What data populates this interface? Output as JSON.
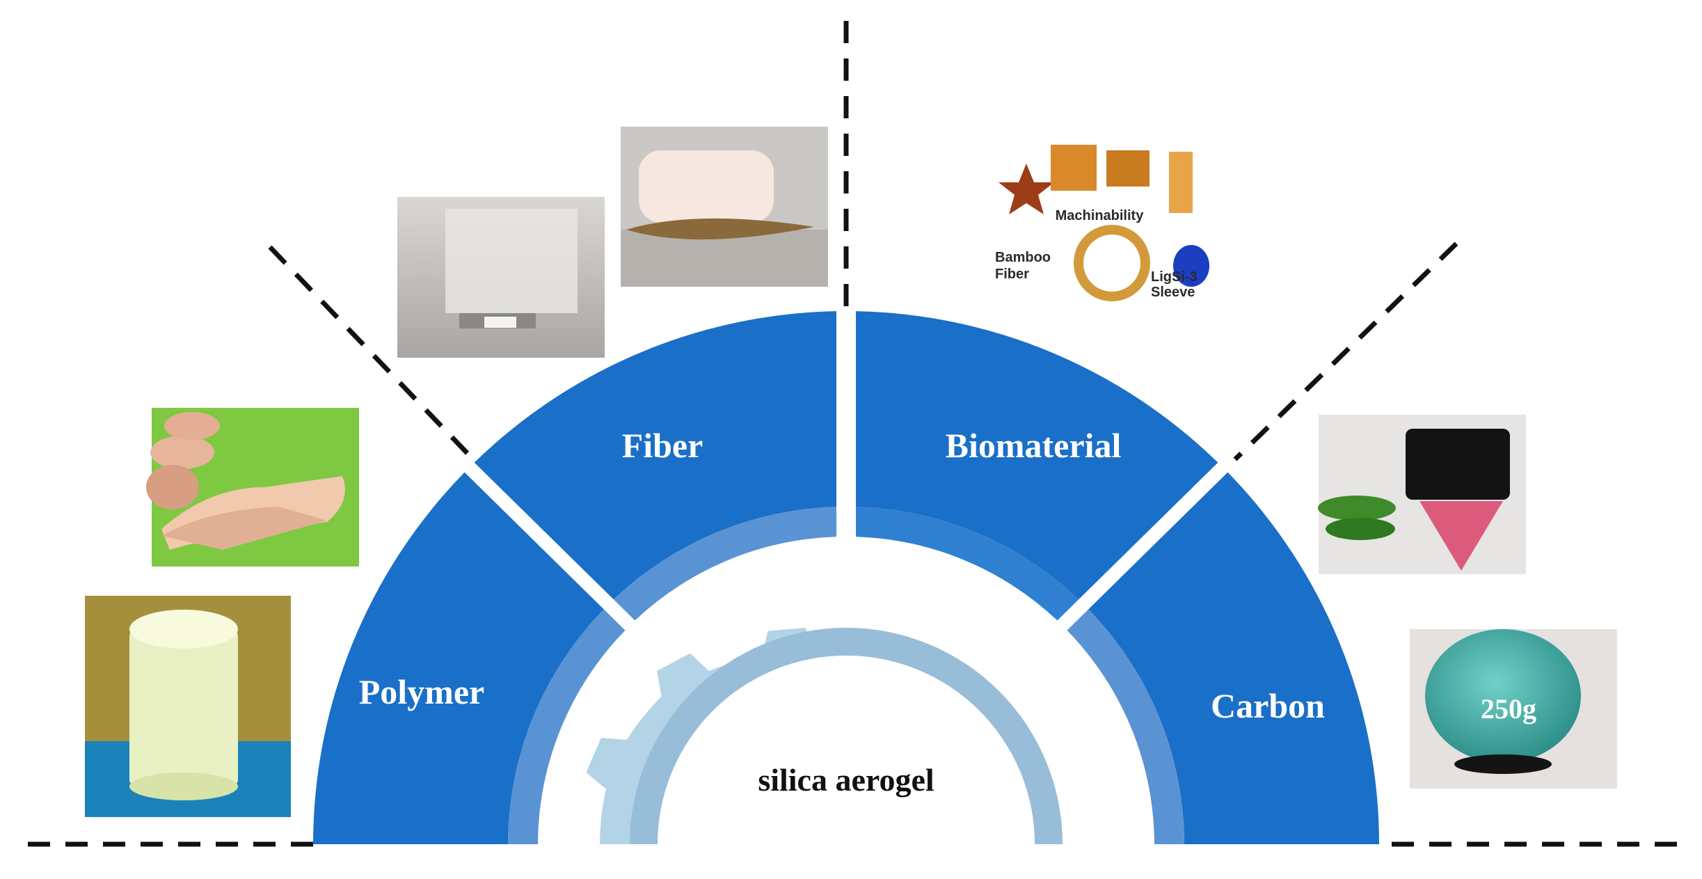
{
  "center": {
    "label": "silica aerogel"
  },
  "segments": [
    {
      "label": "Polymer"
    },
    {
      "label": "Fiber"
    },
    {
      "label": "Biomaterial"
    },
    {
      "label": "Carbon"
    }
  ],
  "photos": {
    "biomaterial_callouts": {
      "top": "Machinability",
      "left_line1": "Bamboo",
      "left_line2": "Fiber",
      "right_line1": "LigSi-3",
      "right_line2": "Sleeve"
    },
    "carbon_weight": "250g"
  },
  "colors": {
    "segment_blue": "#1a6fc8",
    "inner_band": "#5a93d4",
    "gear": "#b3d3e6",
    "gear_ring": "#98bdd8"
  }
}
